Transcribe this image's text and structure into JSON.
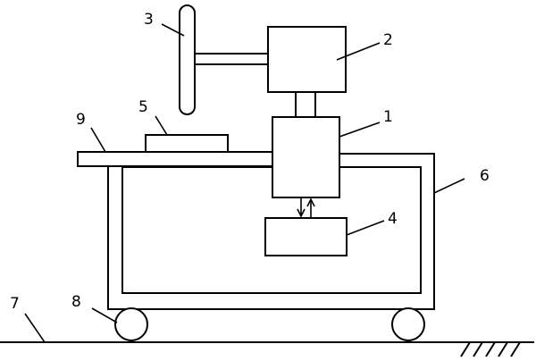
{
  "labels": {
    "part_1": "1",
    "part_2": "2",
    "part_3": "3",
    "part_4": "4",
    "part_5": "5",
    "part_6": "6",
    "part_7": "7",
    "part_8": "8",
    "part_9": "9"
  }
}
